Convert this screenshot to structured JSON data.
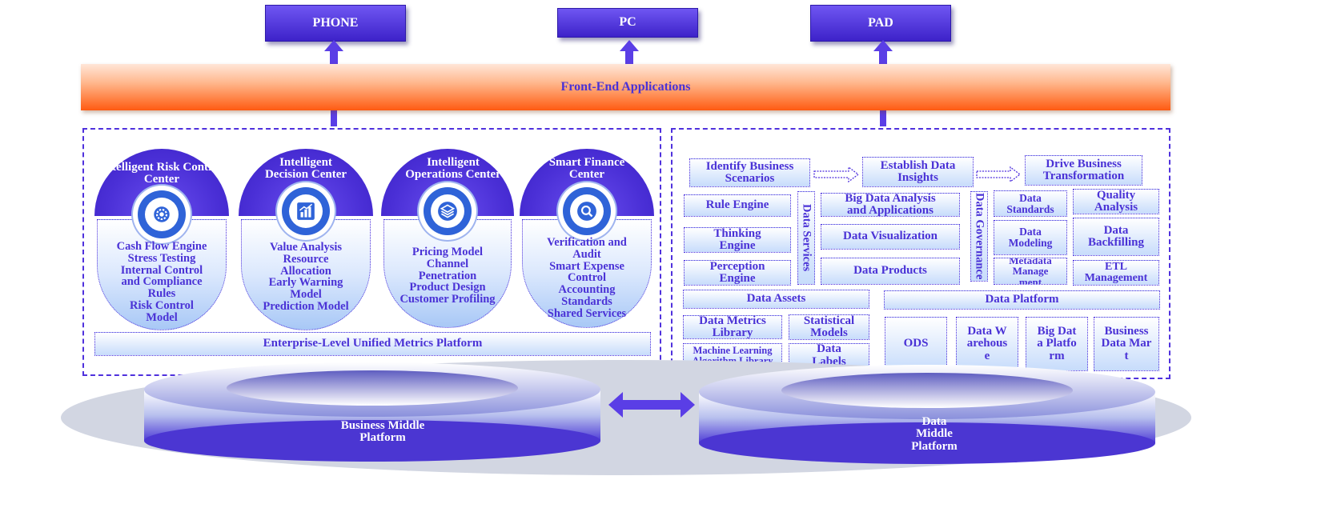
{
  "devices": {
    "phone": "PHONE",
    "pc": "PC",
    "pad": "PAD"
  },
  "front_end": "Front-End Applications",
  "centers": [
    {
      "title": "Intelligent Risk Control Center",
      "icon": "gear-icon",
      "items": [
        "Cash Flow Engine",
        "Stress Testing",
        "Internal Control and Compliance Rules",
        "Risk Control Model"
      ]
    },
    {
      "title": "Intelligent Decision Center",
      "icon": "bar-chart-icon",
      "items": [
        "Value Analysis",
        "Resource Allocation",
        "Early Warning Model",
        "Prediction Model"
      ]
    },
    {
      "title": "Intelligent Operations Center",
      "icon": "layers-icon",
      "items": [
        "Pricing Model",
        "Channel Penetration",
        "Product Design",
        "Customer Profiling"
      ]
    },
    {
      "title": "Smart Finance Center",
      "icon": "search-icon",
      "items": [
        "Verification and Audit",
        "Smart Expense Control",
        "Accounting Standards",
        "Shared Services"
      ]
    }
  ],
  "metrics_platform": "Enterprise-Level Unified Metrics Platform",
  "business_platform": "Business Middle Platform",
  "data_platform_label": "Data Middle Platform",
  "data": {
    "flow": [
      "Identify Business Scenarios",
      "Establish Data Insights",
      "Drive Business Transformation"
    ],
    "engines": [
      "Rule Engine",
      "Thinking Engine",
      "Perception Engine"
    ],
    "data_services": "Data Services",
    "apps": [
      "Big Data Analysis and Applications",
      "Data Visualization",
      "Data Products"
    ],
    "data_governance": "Data Governance",
    "governance_items": [
      "Data Standards",
      "Quality Analysis",
      "Data Modeling",
      "Data Backfilling",
      "Metadata Management",
      "ETL Management"
    ],
    "data_assets": "Data Assets",
    "assets_items": [
      "Data Metrics Library",
      "Statistical Models",
      "Machine Learning Algorithm Library",
      "Data Labels"
    ],
    "data_platform": "Data Platform",
    "platform_items": [
      "ODS",
      "Data Warehouse",
      "Big Data Platform",
      "Business Data Mart"
    ]
  },
  "colors": {
    "primary": "#4f31dd",
    "frontend": "#ff6a1f",
    "box_fill": "#c7dcfb"
  }
}
